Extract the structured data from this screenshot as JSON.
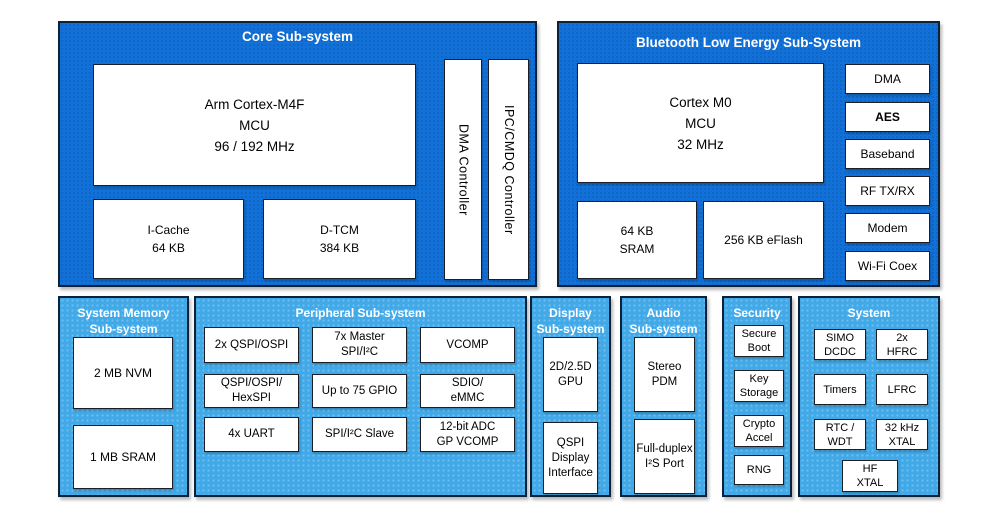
{
  "colors": {
    "deep_blue": "#1271D8",
    "light_blue": "#41A9E8",
    "section_border": "#0B2239",
    "box_border": "#1C1E26",
    "title_text": "#FFFFFF",
    "box_text": "#000000"
  },
  "core": {
    "title": "Core Sub-system",
    "mcu": "Arm Cortex-M4F\nMCU\n96 / 192 MHz",
    "icache": "I-Cache\n64 KB",
    "dtcm": "D-TCM\n384 KB",
    "dma": "DMA Controller",
    "ipc": "IPC/CMDQ Controller"
  },
  "ble": {
    "title": "Bluetooth Low Energy Sub-System",
    "mcu": "Cortex M0\nMCU\n32 MHz",
    "sram": "64 KB\nSRAM",
    "eflash": "256 KB eFlash",
    "blocks": [
      "DMA",
      "AES",
      "Baseband",
      "RF TX/RX",
      "Modem",
      "Wi-Fi Coex"
    ]
  },
  "memory": {
    "title": "System Memory\nSub-system",
    "blocks": [
      "2 MB NVM",
      "1 MB SRAM"
    ]
  },
  "peripheral": {
    "title": "Peripheral Sub-system",
    "blocks": [
      "2x QSPI/OSPI",
      "7x Master\nSPI/I²C",
      "VCOMP",
      "QSPI/OSPI/\nHexSPI",
      "Up to 75 GPIO",
      "SDIO/\neMMC",
      "4x UART",
      "SPI/I²C Slave",
      "12-bit ADC\nGP VCOMP"
    ]
  },
  "display": {
    "title": "Display\nSub-system",
    "blocks": [
      "2D/2.5D\nGPU",
      "QSPI\nDisplay\nInterface"
    ]
  },
  "audio": {
    "title": "Audio\nSub-system",
    "blocks": [
      "Stereo\nPDM",
      "Full-duplex\nI²S Port"
    ]
  },
  "security": {
    "title": "Security",
    "blocks": [
      "Secure\nBoot",
      "Key\nStorage",
      "Crypto\nAccel",
      "RNG"
    ]
  },
  "system": {
    "title": "System",
    "blocks": [
      "SIMO\nDCDC",
      "2x\nHFRC",
      "Timers",
      "LFRC",
      "RTC /\nWDT",
      "32 kHz\nXTAL",
      "HF\nXTAL"
    ]
  }
}
